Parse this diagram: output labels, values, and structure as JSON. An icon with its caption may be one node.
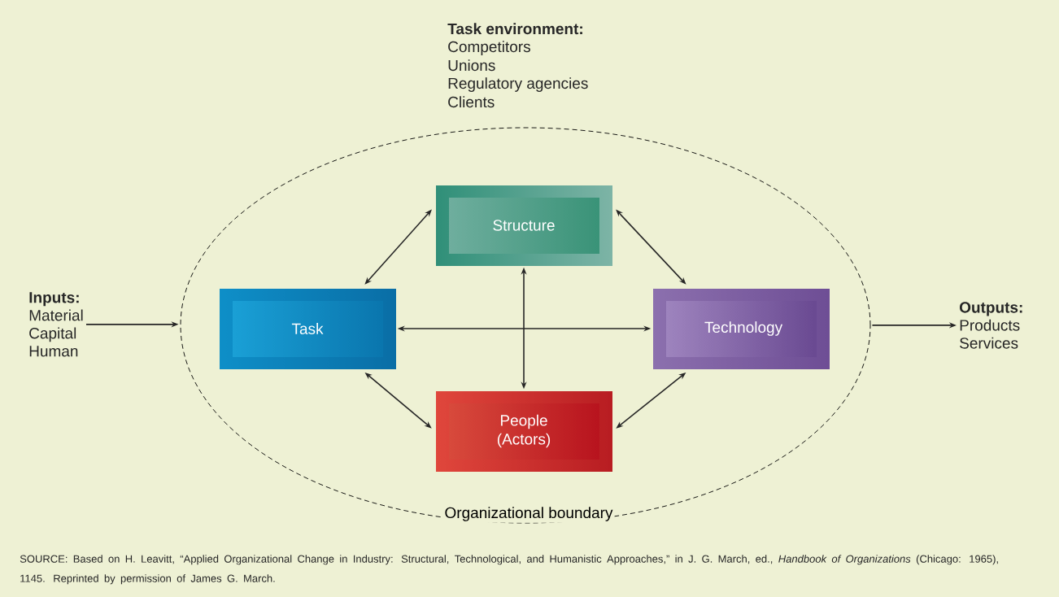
{
  "diagram": {
    "caption": "SOURCE: Based on H. Leavitt, “Applied Organizational Change in Industry: Structural, Technological, and Humanistic Approaches,” in J. G. March, ed., *Handbook of Organizations* (Chicago: 1965), 1145. Reprinted by permission of James G. March.",
    "nodes": [
      {
        "text": [
          "Organizational boundary"
        ]
      },
      {
        "text": [
          "Structure"
        ],
        "in": 0
      },
      {
        "text": [
          "Task"
        ],
        "in": 0
      },
      {
        "text": [
          "Technology"
        ],
        "in": 0
      },
      {
        "text": [
          "People (Actors)"
        ],
        "in": 0
      },
      {
        "text": [
          "Inputs:",
          "Material",
          "Capital",
          "Human"
        ]
      },
      {
        "text": [
          "Outputs:",
          "Products",
          "Services"
        ]
      }
    ],
    "edges": [
      {
        "from": 5,
        "to": 0,
        "arrow": "to"
      },
      {
        "from": 0,
        "to": 6,
        "arrow": "to"
      },
      {
        "from": 2,
        "to": 1,
        "arrow": "both"
      },
      {
        "from": 1,
        "to": 3,
        "arrow": "both"
      },
      {
        "from": 2,
        "to": 3,
        "arrow": "both"
      },
      {
        "from": 1,
        "to": 4,
        "arrow": "both"
      },
      {
        "from": 2,
        "to": 4,
        "arrow": "both"
      },
      {
        "from": 3,
        "to": 4,
        "arrow": "both"
      }
    ],
    "labels": [
      "Task environment:",
      "Competitors",
      "Unions",
      "Regulatory agencies",
      "Clients"
    ]
  }
}
